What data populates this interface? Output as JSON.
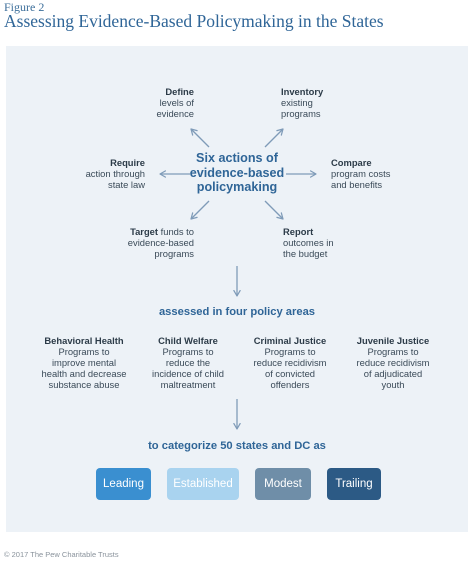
{
  "figure_label": "Figure 2",
  "title": "Assessing Evidence-Based Policymaking in the States",
  "hub": [
    "Six actions of",
    "evidence-based",
    "policymaking"
  ],
  "actions": {
    "define": {
      "bold": "Define",
      "rest": "",
      "lines": [
        "levels of",
        "evidence"
      ]
    },
    "inventory": {
      "bold": "Inventory",
      "rest": "",
      "lines": [
        "existing",
        "programs"
      ]
    },
    "require": {
      "bold": "Require",
      "rest": "",
      "lines": [
        "action through",
        "state law"
      ]
    },
    "compare": {
      "bold": "Compare",
      "rest": "",
      "lines": [
        "program costs",
        "and benefits"
      ]
    },
    "target": {
      "bold": "Target",
      "rest": " funds to",
      "lines": [
        "evidence-based",
        "programs"
      ]
    },
    "report": {
      "bold": "Report",
      "rest": "",
      "lines": [
        "outcomes in",
        "the budget"
      ]
    }
  },
  "assessed_heading": "assessed in four policy areas",
  "policy_areas": [
    {
      "title": "Behavioral Health",
      "lines": [
        "Programs to",
        "improve mental",
        "health and decrease",
        "substance abuse"
      ]
    },
    {
      "title": "Child Welfare",
      "lines": [
        "Programs to",
        "reduce the",
        "incidence of child",
        "maltreatment"
      ]
    },
    {
      "title": "Criminal Justice",
      "lines": [
        "Programs to",
        "reduce recidivism",
        "of convicted",
        "offenders"
      ]
    },
    {
      "title": "Juvenile Justice",
      "lines": [
        "Programs to",
        "reduce recidivism",
        "of adjudicated",
        "youth"
      ]
    }
  ],
  "categorize_heading": "to categorize 50 states and DC as",
  "categories": [
    {
      "label": "Leading",
      "color": "#3a8fd0"
    },
    {
      "label": "Established",
      "color": "#a9d3ef"
    },
    {
      "label": "Modest",
      "color": "#6f8ea8"
    },
    {
      "label": "Trailing",
      "color": "#2c5a85"
    }
  ],
  "footer": "© 2017 The Pew Charitable Trusts",
  "colors": {
    "title": "#2f6597",
    "panel": "#edf2f7",
    "arrow": "#7f9bb8"
  }
}
